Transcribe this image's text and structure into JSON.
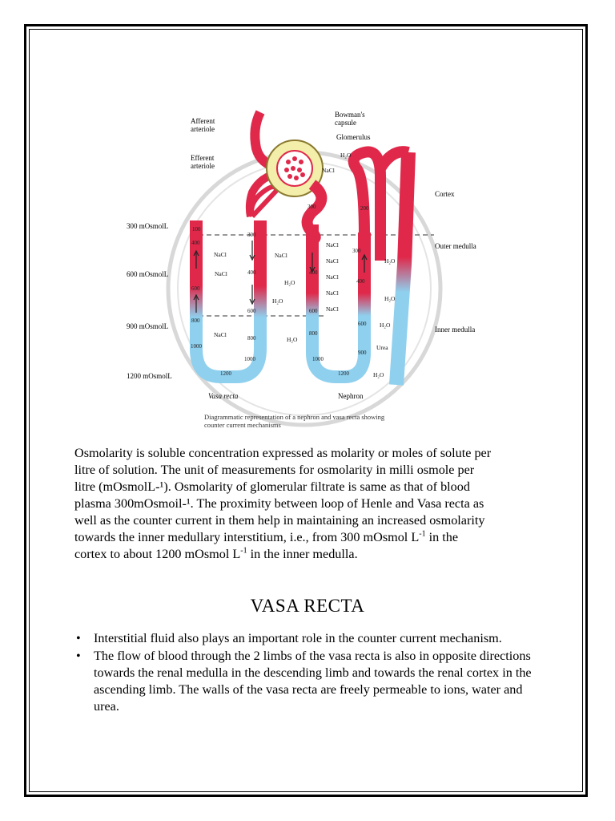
{
  "diagram": {
    "labels": {
      "afferent": [
        "Afferent",
        "arteriole"
      ],
      "efferent": [
        "Efferent",
        "arteriole"
      ],
      "bowmans": [
        "Bowman's",
        "capsule"
      ],
      "glomerulus": "Glomerulus",
      "cortex": "Cortex",
      "outer_medulla": "Outer medulla",
      "inner_medulla": "Inner medulla",
      "osm_300": "300 mOsmolL",
      "osm_600": "600 mOsmolL",
      "osm_900": "900 mOsmolL",
      "osm_1200": "1200 mOsmolL",
      "vasa_recta": "Vasa recta",
      "nephron": "Nephron",
      "nacl": "NaCl",
      "h2o": "H₂O",
      "urea": "Urea",
      "caption_line1": "Diagrammatic representation of a nephron and vasa recta showing",
      "caption_line2": "counter current mechanisms"
    },
    "values": {
      "v100": "100",
      "v200": "200",
      "v300": "300",
      "v400": "400",
      "v600": "600",
      "v800": "800",
      "v900": "900",
      "v1000": "1000",
      "v1200": "1200"
    },
    "colors": {
      "red": "#e0284a",
      "blue": "#8fd0ee",
      "yellow": "#f3eeaa"
    }
  },
  "paragraph": {
    "line1": "Osmolarity is soluble concentration expressed as molarity or moles of solute per",
    "line2": "litre of solution. The unit of measurements for osmolarity in milli osmole per",
    "line3": "litre (mOsmolL-¹). Osmolarity of glomerular filtrate is same as that of blood",
    "line4": "plasma 300mOsmoil-¹. The proximity between loop of Henle and Vasa recta as",
    "line5": "well as the counter current in them help in maintaining an increased osmolarity",
    "line6a": "towards the inner medullary interstitium, i.e., from 300 mOsmol L",
    "line6sup": "-1",
    "line6b": " in the",
    "line7a": "cortex to about 1200 mOsmol L",
    "line7sup": "-1",
    "line7b": " in the inner medulla."
  },
  "section": {
    "title": "VASA RECTA",
    "bullets": [
      "Interstitial fluid also plays an important role in the counter current mechanism.",
      "The flow of blood through the 2 limbs of the vasa recta is also in opposite directions towards the renal medulla in the descending limb and towards the renal cortex in the ascending limb. The walls of the vasa recta are freely permeable to ions, water and urea."
    ],
    "bullet_symbol": "•"
  }
}
